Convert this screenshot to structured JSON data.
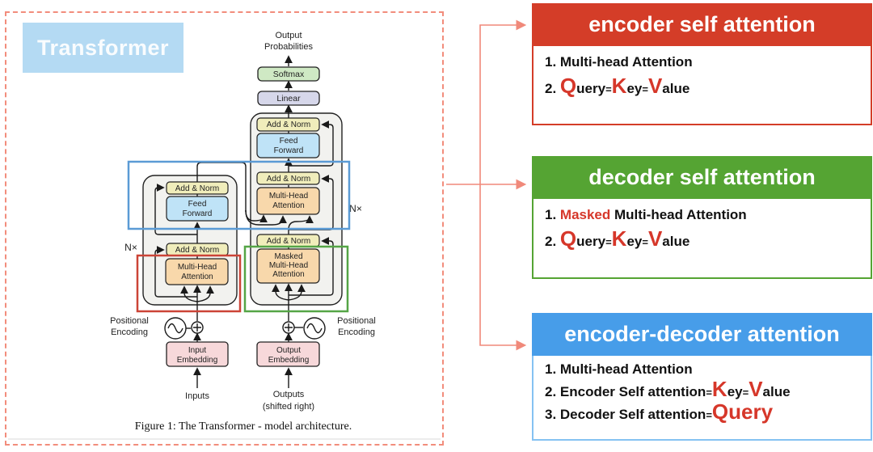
{
  "left": {
    "label": "Transformer",
    "caption": "Figure 1: The Transformer - model architecture.",
    "diagram": {
      "output_prob_line1": "Output",
      "output_prob_line2": "Probabilities",
      "softmax": "Softmax",
      "linear": "Linear",
      "add_norm": "Add & Norm",
      "feed": "Feed",
      "forward": "Forward",
      "multi_head": "Multi-Head",
      "attention": "Attention",
      "masked": "Masked",
      "nx": "N×",
      "positional": "Positional",
      "encoding": "Encoding",
      "input_emb_line1": "Input",
      "emb_line2": "Embedding",
      "output_emb_line1": "Output",
      "inputs": "Inputs",
      "outputs_line1": "Outputs",
      "outputs_line2": "(shifted right)"
    },
    "colors": {
      "dashed_border": "#f28d7c",
      "label_bg": "#b4daf3",
      "highlight_red": "#cc4437",
      "highlight_green": "#55a546",
      "highlight_blue": "#5b9bd5",
      "box_add_norm": "#f0edbb",
      "box_feed_forward": "#bfe3f7",
      "box_attention": "#f8d8ab",
      "box_softmax": "#cfe9c4",
      "box_linear": "#d6d7ea",
      "box_embedding": "#f7d8da"
    }
  },
  "connectors": {
    "color": "#f0897a"
  },
  "panels": [
    {
      "title": "encoder self attention",
      "header_color": "#d43d28",
      "lines": [
        {
          "segs": [
            {
              "style": "plain",
              "text": "1. Multi-head Attention"
            }
          ]
        },
        {
          "segs": [
            {
              "style": "plain",
              "text": "2. "
            },
            {
              "style": "big",
              "text": "Q"
            },
            {
              "style": "plain",
              "text": "uery"
            },
            {
              "style": "eq",
              "text": "="
            },
            {
              "style": "big",
              "text": "K"
            },
            {
              "style": "plain",
              "text": "ey"
            },
            {
              "style": "eq",
              "text": "="
            },
            {
              "style": "big",
              "text": "V"
            },
            {
              "style": "plain",
              "text": "alue"
            }
          ]
        }
      ]
    },
    {
      "title": "decoder self attention",
      "header_color": "#55a433",
      "lines": [
        {
          "segs": [
            {
              "style": "plain",
              "text": "1. "
            },
            {
              "style": "red",
              "text": "Masked"
            },
            {
              "style": "plain",
              "text": " Multi-head Attention"
            }
          ]
        },
        {
          "segs": [
            {
              "style": "plain",
              "text": "2. "
            },
            {
              "style": "big",
              "text": "Q"
            },
            {
              "style": "plain",
              "text": "uery"
            },
            {
              "style": "eq",
              "text": "="
            },
            {
              "style": "big",
              "text": "K"
            },
            {
              "style": "plain",
              "text": "ey"
            },
            {
              "style": "eq",
              "text": "="
            },
            {
              "style": "big",
              "text": "V"
            },
            {
              "style": "plain",
              "text": "alue"
            }
          ]
        }
      ]
    },
    {
      "title": "encoder-decoder attention",
      "header_color": "#479de9",
      "lines": [
        {
          "segs": [
            {
              "style": "plain",
              "text": "1. Multi-head Attention"
            }
          ]
        },
        {
          "segs": [
            {
              "style": "plain",
              "text": "2. Encoder Self attention"
            },
            {
              "style": "eq",
              "text": "="
            },
            {
              "style": "big",
              "text": "K"
            },
            {
              "style": "plain",
              "text": "ey"
            },
            {
              "style": "eq",
              "text": "="
            },
            {
              "style": "big",
              "text": "V"
            },
            {
              "style": "plain",
              "text": "alue"
            }
          ]
        },
        {
          "segs": [
            {
              "style": "plain",
              "text": "3. Decoder Self attention"
            },
            {
              "style": "eq",
              "text": "="
            },
            {
              "style": "big",
              "text": "Query"
            }
          ]
        }
      ]
    }
  ]
}
